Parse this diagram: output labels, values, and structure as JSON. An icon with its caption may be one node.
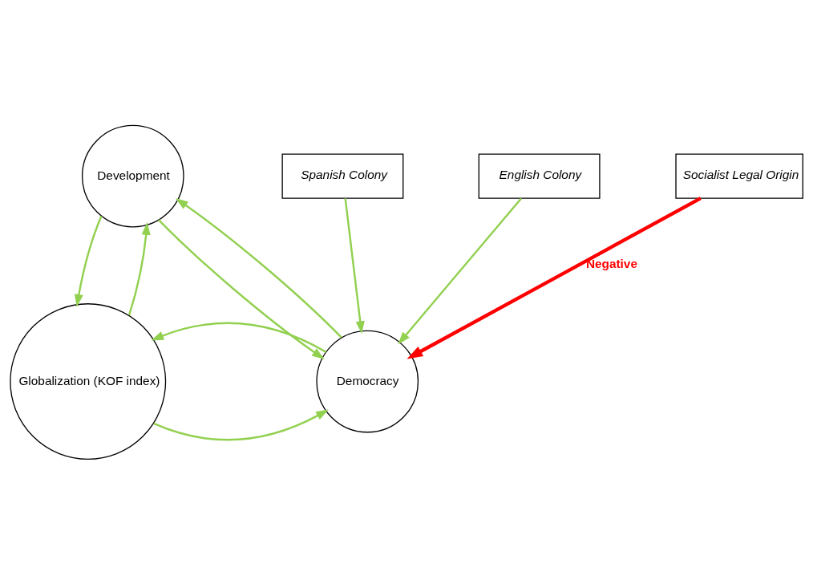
{
  "diagram": {
    "nodes": [
      {
        "text": [
          "Development"
        ]
      },
      {
        "text": [
          "Globalization (KOF index)"
        ]
      },
      {
        "text": [
          "Democracy"
        ]
      },
      {
        "text": [
          "Spanish Colony"
        ]
      },
      {
        "text": [
          "English Colony"
        ]
      },
      {
        "text": [
          "Socialist Legal Origin"
        ]
      }
    ],
    "edges": [
      {
        "from": 1,
        "to": 0,
        "arrow": "to"
      },
      {
        "from": 0,
        "to": 1,
        "arrow": "to"
      },
      {
        "from": 0,
        "to": 2,
        "arrow": "to"
      },
      {
        "from": 2,
        "to": 0,
        "arrow": "to"
      },
      {
        "from": 1,
        "to": 2,
        "arrow": "to"
      },
      {
        "from": 2,
        "to": 1,
        "arrow": "to"
      },
      {
        "from": 3,
        "to": 2,
        "arrow": "to"
      },
      {
        "from": 4,
        "to": 2,
        "arrow": "to"
      },
      {
        "from": 5,
        "to": 2,
        "arrow": "to",
        "label": "Negative",
        "style": "thick",
        "color": "#ff0000"
      }
    ]
  }
}
